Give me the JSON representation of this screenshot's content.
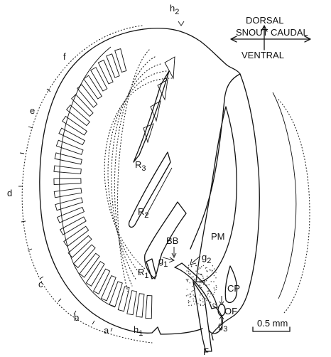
{
  "orientation": {
    "dorsal": "DORSAL",
    "ventral": "VENTRAL",
    "snout": "SNOUT",
    "caudal": "CAUDAL"
  },
  "labels": {
    "h2": "h",
    "h2_sub": "2",
    "h1": "h",
    "h1_sub": "1",
    "f": "f",
    "e": "e",
    "d": "d",
    "c": "c",
    "b": "b",
    "a": "a",
    "R3": "R",
    "R3_sub": "3",
    "R2": "R",
    "R2_sub": "2",
    "R1": "R",
    "R1_sub": "1",
    "BB": "BB",
    "PM": "PM",
    "g1": "g",
    "g1_sub": "1",
    "g2": "g",
    "g2_sub": "2",
    "g3": "g",
    "g3_sub": "3",
    "CP": "CP",
    "OF": "OF",
    "F": "F"
  },
  "scale_bar": {
    "label": "0.5 mm"
  }
}
